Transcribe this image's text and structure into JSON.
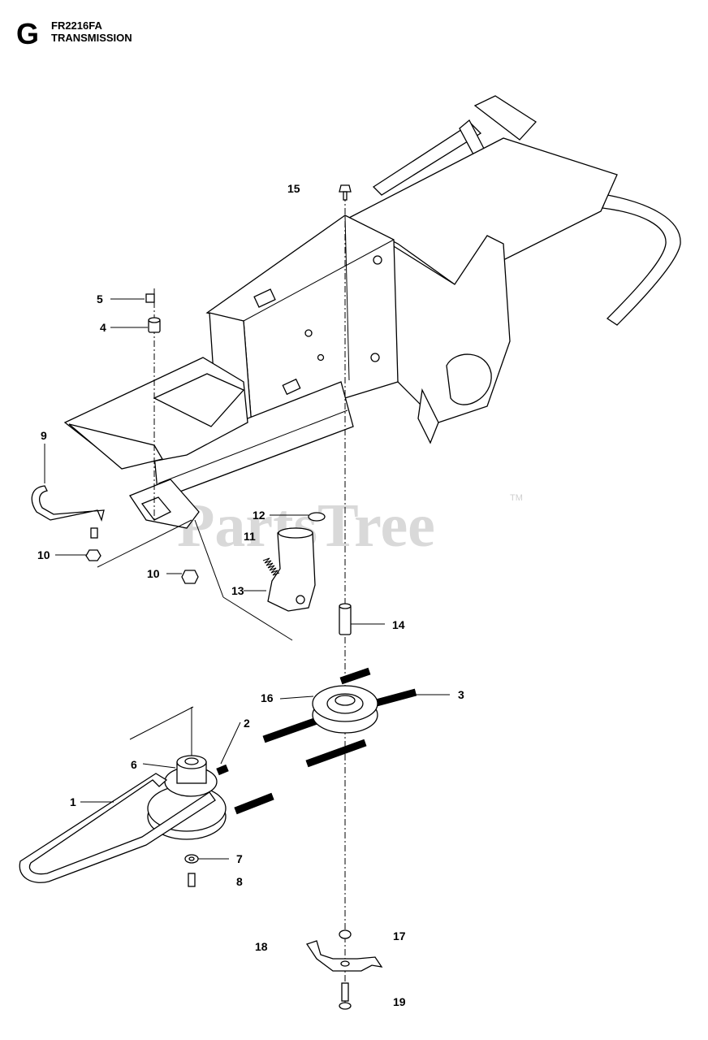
{
  "header": {
    "section_letter": "G",
    "model": "FR2216FA",
    "section_title": "TRANSMISSION"
  },
  "watermark": {
    "text": "PartsTree",
    "trademark": "TM"
  },
  "callouts": [
    {
      "id": "c1",
      "label": "1"
    },
    {
      "id": "c2",
      "label": "2"
    },
    {
      "id": "c3",
      "label": "3"
    },
    {
      "id": "c4",
      "label": "4"
    },
    {
      "id": "c5",
      "label": "5"
    },
    {
      "id": "c6",
      "label": "6"
    },
    {
      "id": "c7",
      "label": "7"
    },
    {
      "id": "c8",
      "label": "8"
    },
    {
      "id": "c9",
      "label": "9"
    },
    {
      "id": "c10a",
      "label": "10"
    },
    {
      "id": "c10b",
      "label": "10"
    },
    {
      "id": "c11",
      "label": "11"
    },
    {
      "id": "c12",
      "label": "12"
    },
    {
      "id": "c13",
      "label": "13"
    },
    {
      "id": "c14",
      "label": "14"
    },
    {
      "id": "c15",
      "label": "15"
    },
    {
      "id": "c16",
      "label": "16"
    },
    {
      "id": "c17",
      "label": "17"
    },
    {
      "id": "c18",
      "label": "18"
    },
    {
      "id": "c19",
      "label": "19"
    }
  ]
}
